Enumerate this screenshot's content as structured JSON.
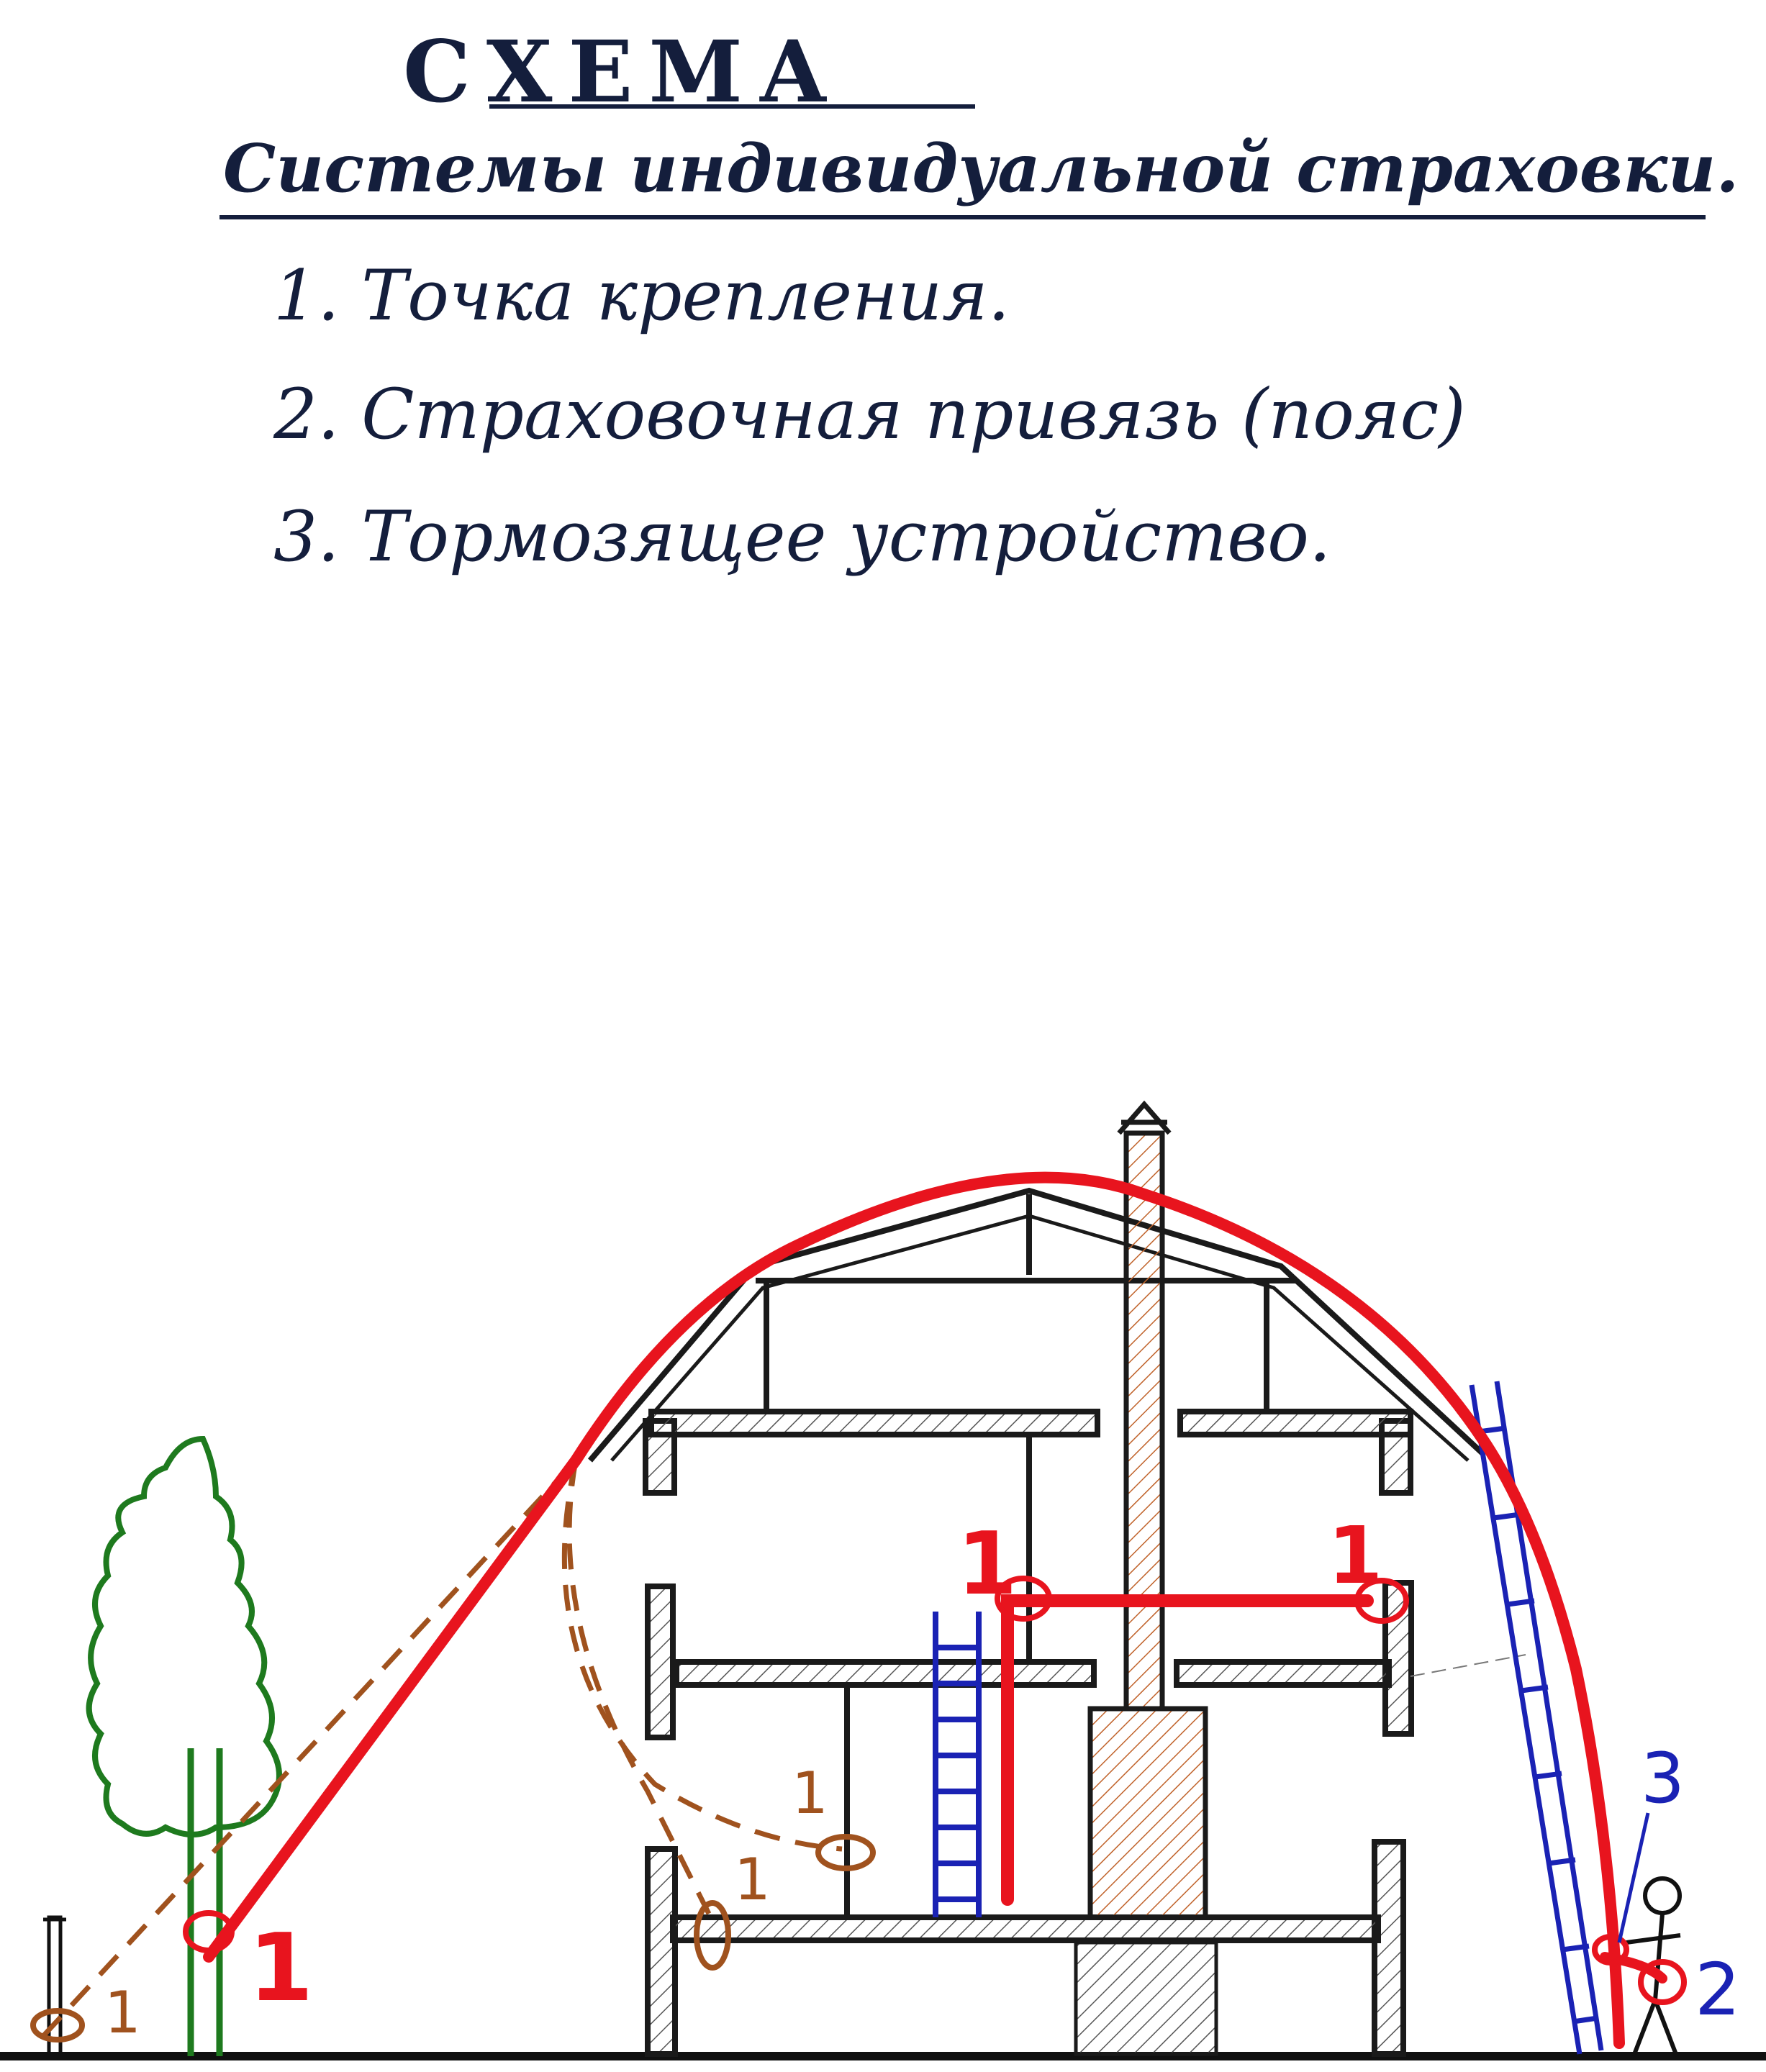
{
  "title": "СХЕМА",
  "subtitle": "Системы индивидуальной страховки.",
  "legend": [
    "1. Точка крепления.",
    "2. Страховочная привязь (пояс)",
    "3. Тормозящее устройство."
  ],
  "markers": {
    "one": "1",
    "two": "2",
    "three": "3"
  },
  "colors": {
    "ink": "#141e3c",
    "structure": "#1a1a1a",
    "hatch": "#555555",
    "lifeline": "#e8141e",
    "alt_anchor": "#a0521e",
    "ladder": "#1a22b4",
    "tree": "#1e7a1e",
    "chimney": "#c0622a"
  }
}
